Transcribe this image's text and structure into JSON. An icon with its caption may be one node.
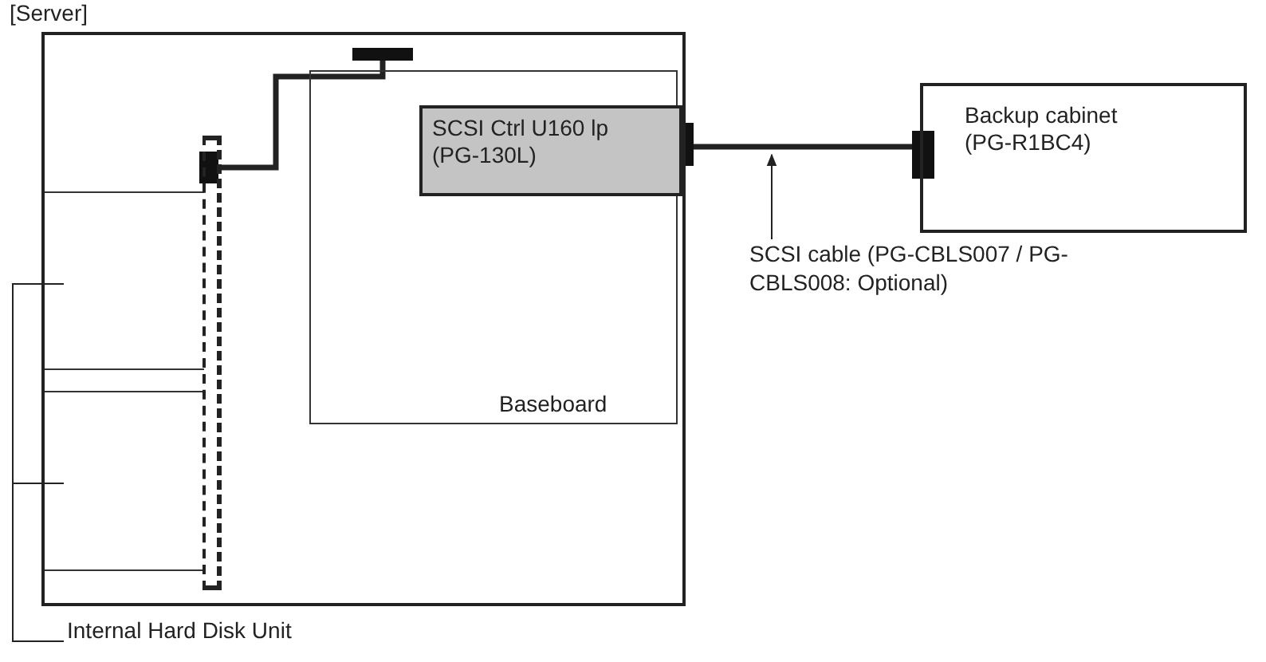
{
  "diagram": {
    "nodes": [
      {
        "text": [
          "[Server]"
        ]
      },
      {
        "text": [
          "Baseboard"
        ],
        "in": 0
      },
      {
        "text": [
          "SCSI Ctrl U160 lp (PG-130L)"
        ],
        "in": 1
      },
      {
        "text": [
          "Backup cabinet (PG-R1BC4)"
        ]
      },
      {
        "text": [],
        "shape": "box",
        "in": 0
      },
      {
        "text": [],
        "shape": "box",
        "in": 0
      },
      {
        "text": [],
        "shape": "bar",
        "in": 0
      },
      {
        "text": [
          "Internal Hard Disk Unit"
        ]
      },
      {
        "text": [
          "SCSI cable (PG-CBLS007 / PG-CBLS008: Optional)"
        ]
      }
    ],
    "edges": [
      {
        "from": 2,
        "to": 3,
        "arrow": "none",
        "style": "thick"
      },
      {
        "from": 1,
        "to": 6,
        "arrow": "none",
        "style": "thick"
      },
      {
        "from": 8,
        "to": null,
        "arrow": "to"
      },
      {
        "from": 7,
        "to": 4,
        "arrow": "none"
      },
      {
        "from": 7,
        "to": 5,
        "arrow": "none"
      }
    ]
  }
}
